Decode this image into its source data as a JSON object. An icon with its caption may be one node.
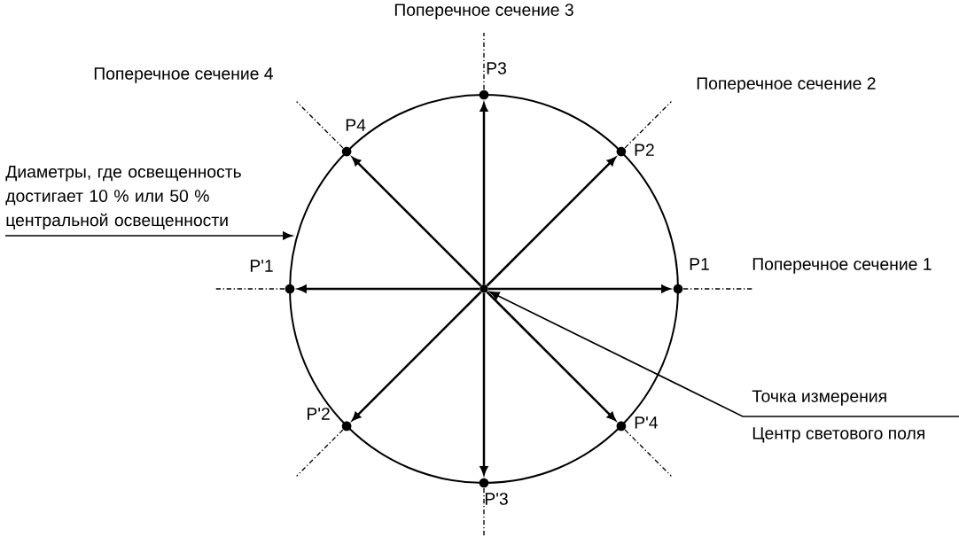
{
  "diagram": {
    "nodes": [
      {
        "text": [],
        "shape": "circle"
      },
      {
        "text": [],
        "shape": "circle",
        "beside": [
          "P3"
        ]
      },
      {
        "text": [],
        "shape": "circle",
        "beside": [
          "P4"
        ]
      },
      {
        "text": [],
        "shape": "circle",
        "beside": [
          "P2"
        ]
      },
      {
        "text": [],
        "shape": "circle",
        "beside": [
          "P'1"
        ]
      },
      {
        "text": [],
        "shape": "circle",
        "beside": [
          "P1"
        ]
      },
      {
        "text": [],
        "shape": "circle",
        "beside": [
          "P'2"
        ]
      },
      {
        "text": [],
        "shape": "circle",
        "beside": [
          "P'4"
        ]
      },
      {
        "text": [],
        "shape": "circle",
        "beside": [
          "P'3"
        ]
      },
      {
        "text": [
          "Диаметры, где освещенность достигает 10 % или 50 % центральной освещенности"
        ]
      },
      {
        "text": [
          "Точка измерения",
          "Центр светового поля"
        ]
      }
    ],
    "edges": [
      {
        "from": 0,
        "to": 1,
        "arrow": "to"
      },
      {
        "from": 0,
        "to": 2,
        "arrow": "to"
      },
      {
        "from": 0,
        "to": 3,
        "arrow": "to"
      },
      {
        "from": 0,
        "to": 4,
        "arrow": "to"
      },
      {
        "from": 0,
        "to": 5,
        "arrow": "to"
      },
      {
        "from": 0,
        "to": 6,
        "arrow": "to"
      },
      {
        "from": 0,
        "to": 7,
        "arrow": "to"
      },
      {
        "from": 0,
        "to": 8,
        "arrow": "to"
      },
      {
        "from": 9,
        "to": null,
        "arrow": "to"
      },
      {
        "from": 10,
        "to": 0,
        "arrow": "to"
      }
    ],
    "labels": [
      "Поперечное сечение 3",
      "Поперечное сечение 4",
      "Поперечное сечение 2",
      "Поперечное сечение 1"
    ]
  }
}
